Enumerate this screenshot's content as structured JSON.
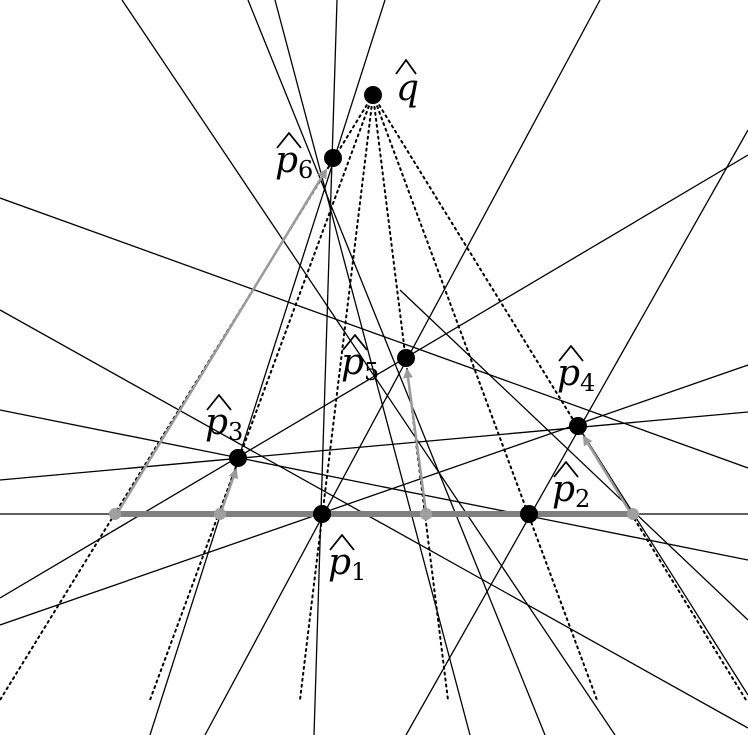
{
  "points": {
    "p1": {
      "name": "p",
      "sub": "1"
    },
    "p2": {
      "name": "p",
      "sub": "2"
    },
    "p3": {
      "name": "p",
      "sub": "3"
    },
    "p4": {
      "name": "p",
      "sub": "4"
    },
    "p5": {
      "name": "p",
      "sub": "5"
    },
    "p6": {
      "name": "p",
      "sub": "6"
    },
    "q": {
      "name": "q",
      "sub": ""
    }
  },
  "colors": {
    "line": "#000000",
    "gray_arrow": "#9a9a9a",
    "gray_segment": "#808080",
    "point": "#000000"
  }
}
